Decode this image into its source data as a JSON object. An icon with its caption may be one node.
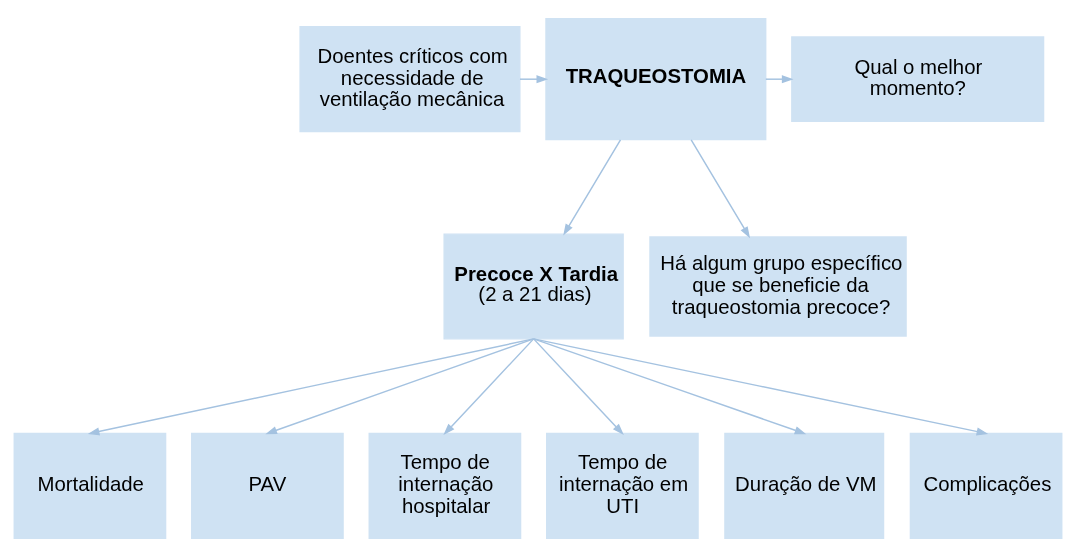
{
  "diagram": {
    "nodes": [
      {
        "text": [
          "Doentes críticos com necessidade de ventilação mecânica"
        ]
      },
      {
        "text": [
          "TRAQUEOSTOMIA"
        ]
      },
      {
        "text": [
          "Qual o melhor momento?"
        ]
      },
      {
        "text": [
          "Há algum grupo específico que se beneficie da traqueostomia precoce?"
        ]
      },
      {
        "text": [
          "Precoce X Tardia",
          "(2 a 21 dias)"
        ]
      },
      {
        "text": [
          "Mortalidade"
        ]
      },
      {
        "text": [
          "PAV"
        ]
      },
      {
        "text": [
          "Tempo de internação hospitalar"
        ]
      },
      {
        "text": [
          "Tempo de internação em UTI"
        ]
      },
      {
        "text": [
          "Duração de VM"
        ]
      },
      {
        "text": [
          "Complicações"
        ]
      }
    ],
    "edges": [
      {
        "from": 0,
        "to": 1,
        "arrow": "to"
      },
      {
        "from": 1,
        "to": 2,
        "arrow": "to"
      },
      {
        "from": 1,
        "to": 3,
        "arrow": "to"
      },
      {
        "from": 1,
        "to": 4,
        "arrow": "to"
      },
      {
        "from": 4,
        "to": 5,
        "arrow": "to"
      },
      {
        "from": 4,
        "to": 6,
        "arrow": "to"
      },
      {
        "from": 4,
        "to": 7,
        "arrow": "to"
      },
      {
        "from": 4,
        "to": 8,
        "arrow": "to"
      },
      {
        "from": 4,
        "to": 9,
        "arrow": "to"
      },
      {
        "from": 4,
        "to": 10,
        "arrow": "to"
      }
    ]
  }
}
